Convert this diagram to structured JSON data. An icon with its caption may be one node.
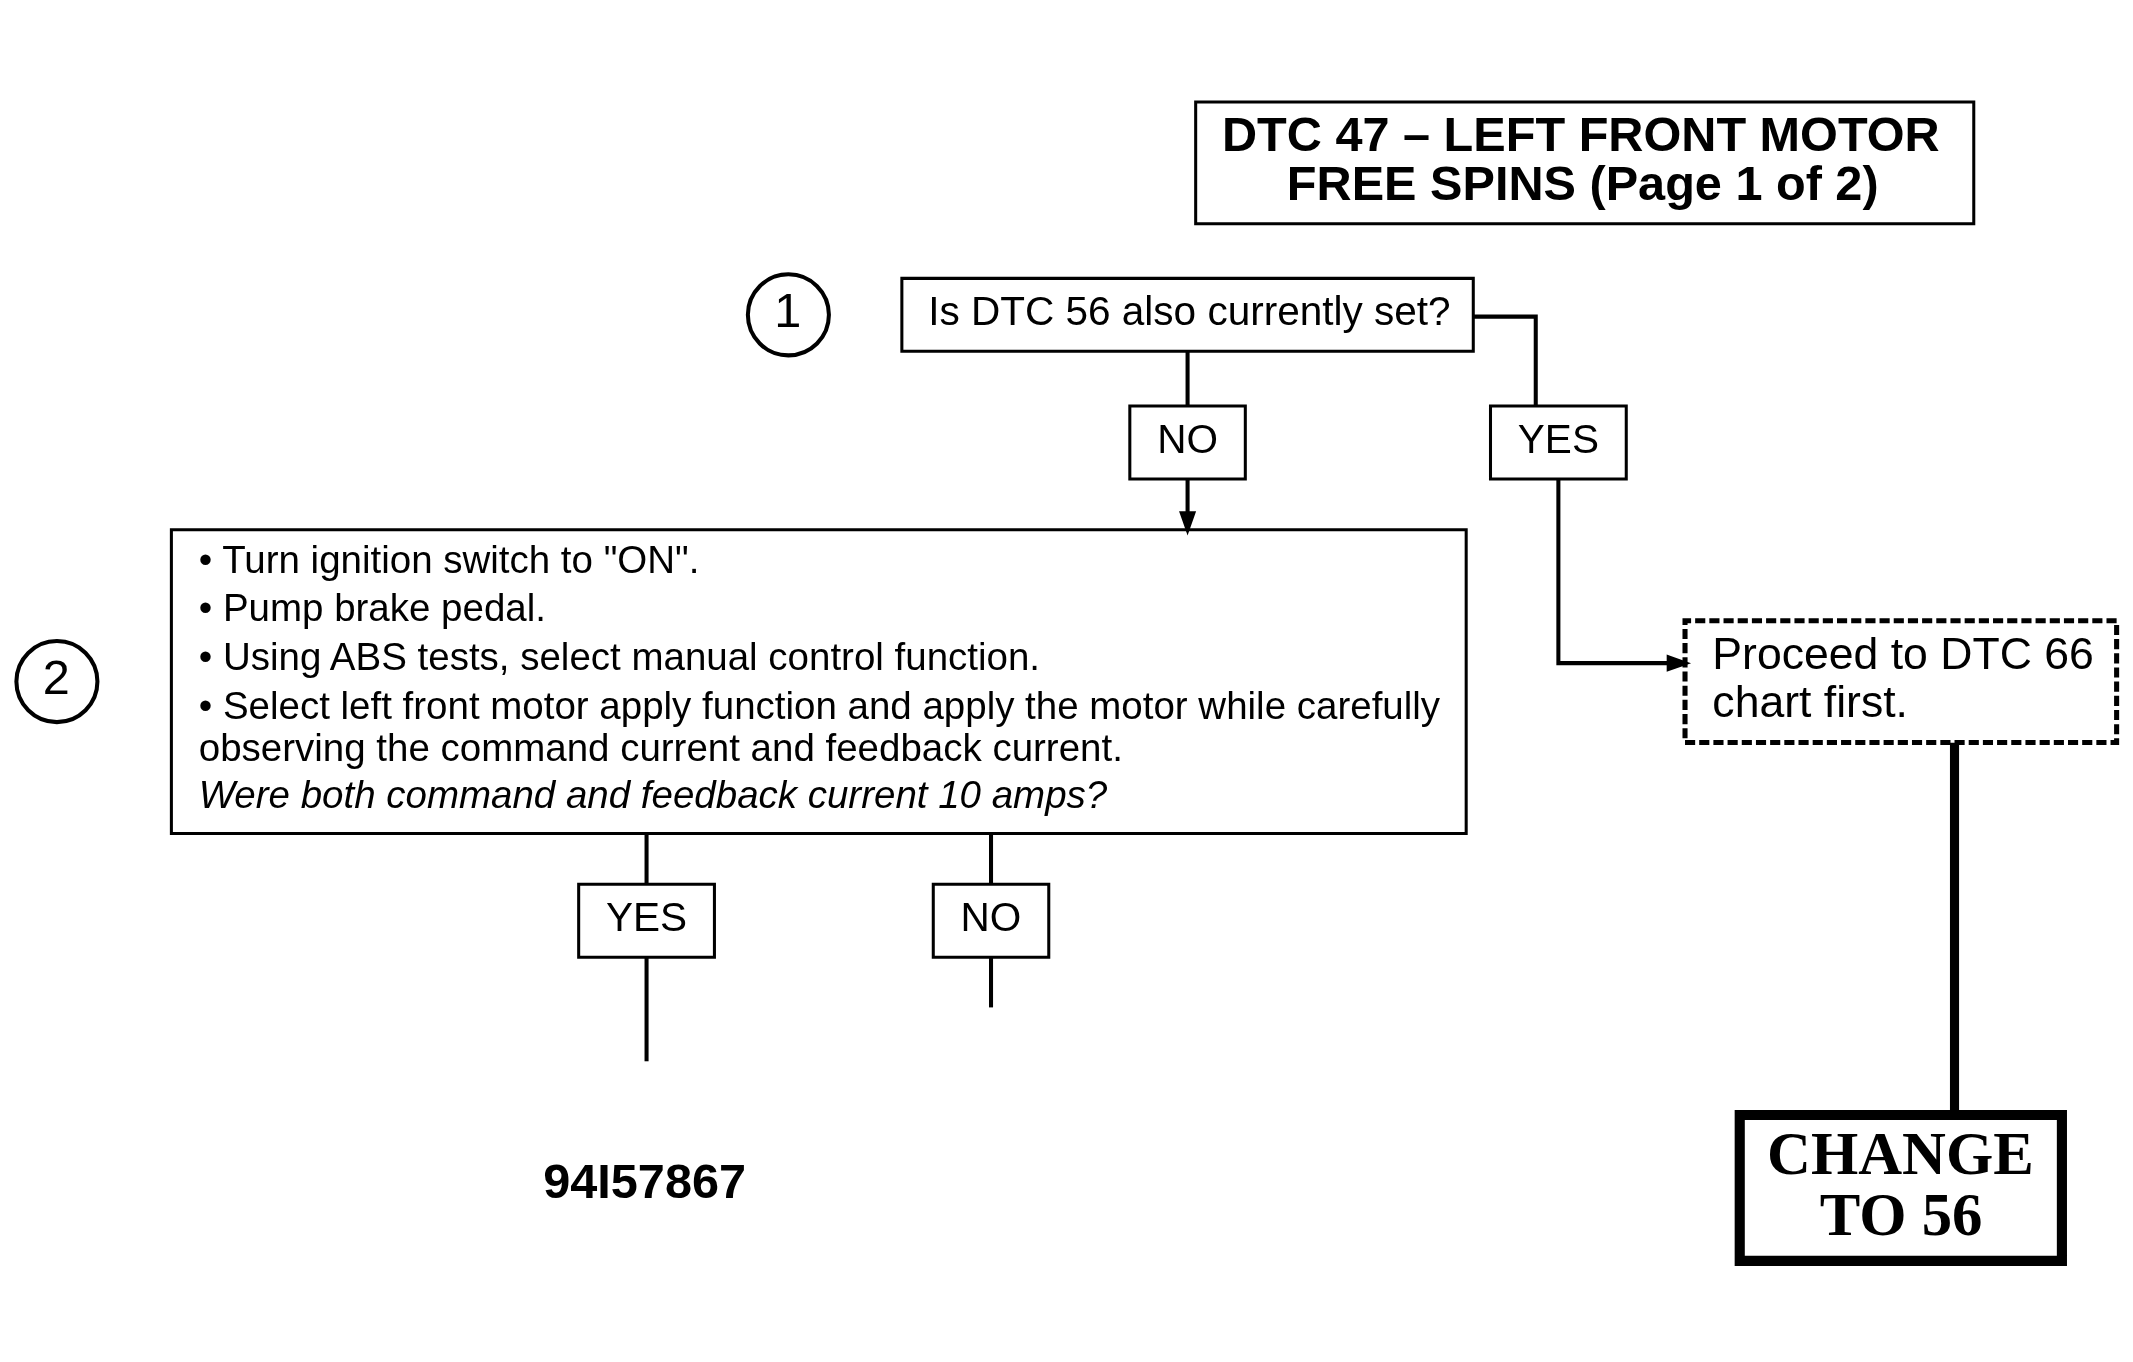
{
  "diagram": {
    "nodes": [
      {
        "text": [
          "DTC 47 – LEFT FRONT MOTOR FREE SPINS (Page 1 of 2)"
        ]
      },
      {
        "text": [
          "Is DTC 56 also currently set?"
        ],
        "beside": [
          "1"
        ]
      },
      {
        "text": [
          "NO"
        ]
      },
      {
        "text": [
          "YES"
        ]
      },
      {
        "text": [
          "• Turn ignition switch to \"ON\".",
          "• Pump brake pedal.",
          "• Using ABS tests, select manual control function.",
          "• Select left front motor apply function and apply the motor while carefully observing the command current and feedback current.",
          "Were both command and feedback current 10 amps?"
        ],
        "beside": [
          "2"
        ]
      },
      {
        "text": [
          "Proceed to DTC 66 chart first."
        ]
      },
      {
        "text": [
          "YES"
        ]
      },
      {
        "text": [
          "NO"
        ]
      },
      {
        "text": [
          "CHANGE TO 56"
        ]
      }
    ],
    "edges": [
      {
        "from": 1,
        "to": 2,
        "arrow": "none"
      },
      {
        "from": 2,
        "to": 4,
        "arrow": "to"
      },
      {
        "from": 1,
        "to": 3,
        "arrow": "none"
      },
      {
        "from": 3,
        "to": 5,
        "arrow": "to"
      },
      {
        "from": 4,
        "to": 6,
        "arrow": "none"
      },
      {
        "from": 4,
        "to": 7,
        "arrow": "none"
      },
      {
        "from": 6,
        "to": null,
        "arrow": "none"
      },
      {
        "from": 7,
        "to": null,
        "arrow": "none"
      },
      {
        "from": 8,
        "to": 5,
        "arrow": "none",
        "style": "thick"
      }
    ],
    "labels": [
      "94I57867"
    ]
  }
}
